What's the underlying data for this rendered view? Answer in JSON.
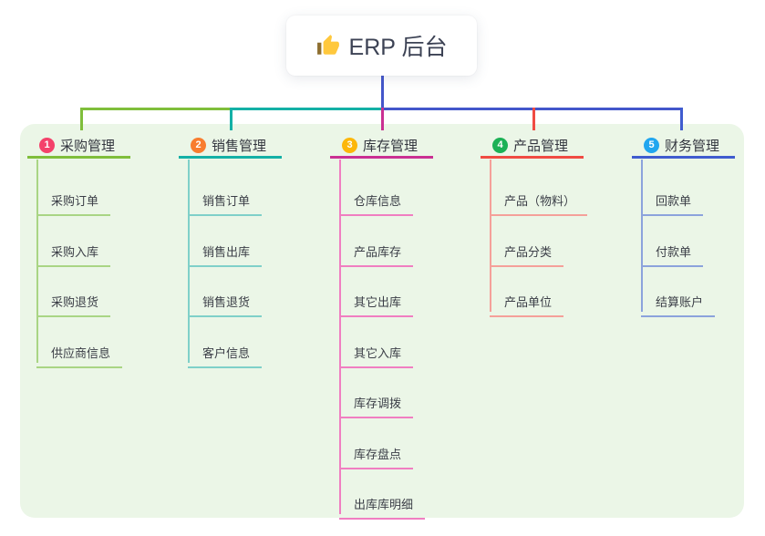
{
  "root": {
    "label": "ERP 后台",
    "icon": "thumbs-up-icon"
  },
  "colors": {
    "root_line": "#4356CA",
    "panel_bg": "#EBF6E7",
    "card_bg": "#FFFFFF",
    "title_text": "#33363F",
    "child_text": "#3B3E47",
    "thumb_hand": "#FFC83D",
    "thumb_cuff": "#8D6E2F"
  },
  "branches": [
    {
      "badge": "1",
      "title": "采购管理",
      "badge_color": "#F4426B",
      "line_color": "#7FBE3B",
      "line_light": "#A9D584",
      "children": [
        "采购订单",
        "采购入库",
        "采购退货",
        "供应商信息"
      ]
    },
    {
      "badge": "2",
      "title": "销售管理",
      "badge_color": "#F87D2F",
      "line_color": "#14B0A6",
      "line_light": "#7FD0C9",
      "children": [
        "销售订单",
        "销售出库",
        "销售退货",
        "客户信息"
      ]
    },
    {
      "badge": "3",
      "title": "库存管理",
      "badge_color": "#FCB70A",
      "line_color": "#CA3093",
      "line_light": "#F07EC1",
      "children": [
        "仓库信息",
        "产品库存",
        "其它出库",
        "其它入库",
        "库存调拨",
        "库存盘点",
        "出库库明细"
      ]
    },
    {
      "badge": "4",
      "title": "产品管理",
      "badge_color": "#1CB156",
      "line_color": "#F04B43",
      "line_light": "#F5A09A",
      "children": [
        "产品（物料）",
        "产品分类",
        "产品单位"
      ]
    },
    {
      "badge": "5",
      "title": "财务管理",
      "badge_color": "#21A6EF",
      "line_color": "#405CCF",
      "line_light": "#8CA3DC",
      "children": [
        "回款单",
        "付款单",
        "结算账户"
      ]
    }
  ]
}
